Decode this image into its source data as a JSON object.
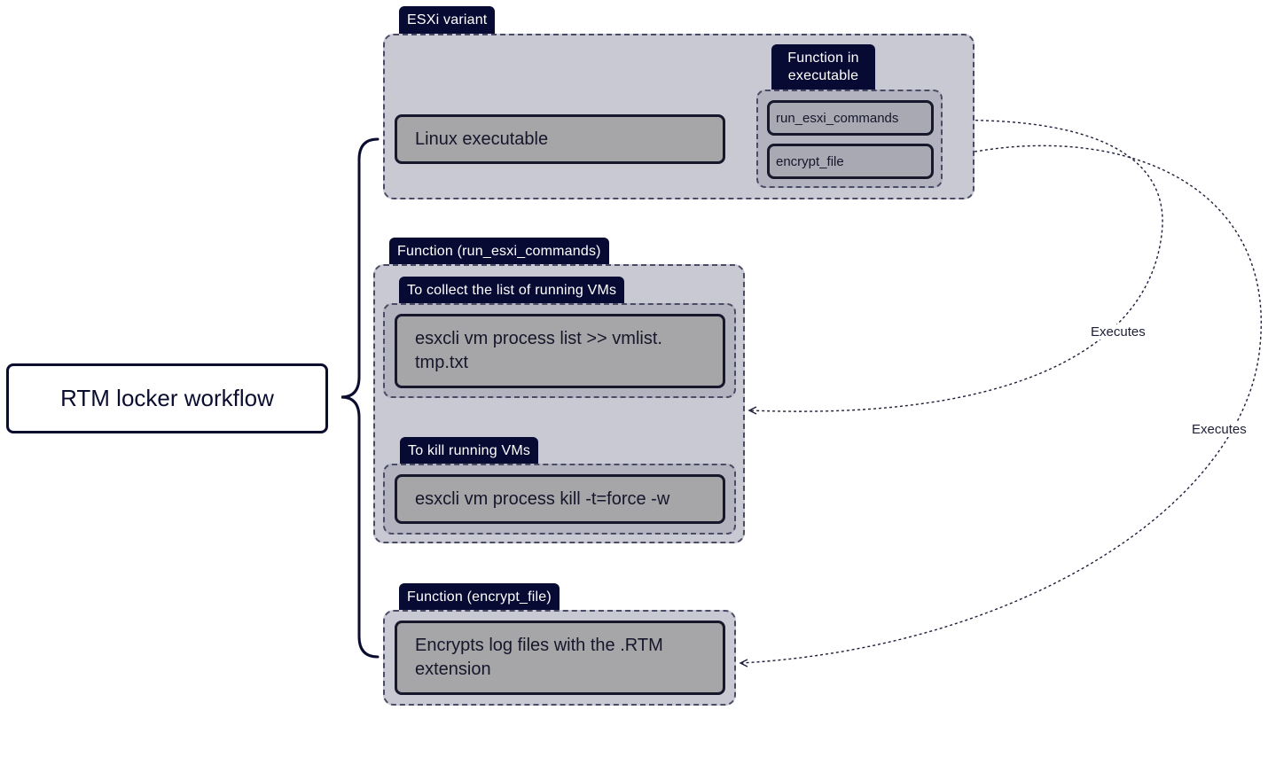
{
  "root": {
    "label": "RTM locker workflow"
  },
  "esxi_variant": {
    "tab": "ESXi variant",
    "executable": "Linux executable",
    "functions_tab_line1": "Function in",
    "functions_tab_line2": "executable",
    "functions": [
      "run_esxi_commands",
      "encrypt_file"
    ]
  },
  "run_esxi_commands": {
    "tab": "Function (run_esxi_commands)",
    "collect": {
      "tab": "To collect the list of running VMs",
      "command_line1": "esxcli vm process list >> vmlist.",
      "command_line2": "tmp.txt"
    },
    "kill": {
      "tab": "To kill running VMs",
      "command": "esxcli vm process kill -t=force -w"
    }
  },
  "encrypt_file": {
    "tab": "Function (encrypt_file)",
    "description_line1": "Encrypts log files with the .RTM",
    "description_line2": "extension"
  },
  "edges": {
    "executes_1": "Executes",
    "executes_2": "Executes"
  },
  "colors": {
    "tab_background": "#070a33",
    "group_background": "#c9c9d3",
    "inner_background": "#b3b3bf",
    "box_background": "#a6a6a9",
    "border": "#17182b"
  }
}
